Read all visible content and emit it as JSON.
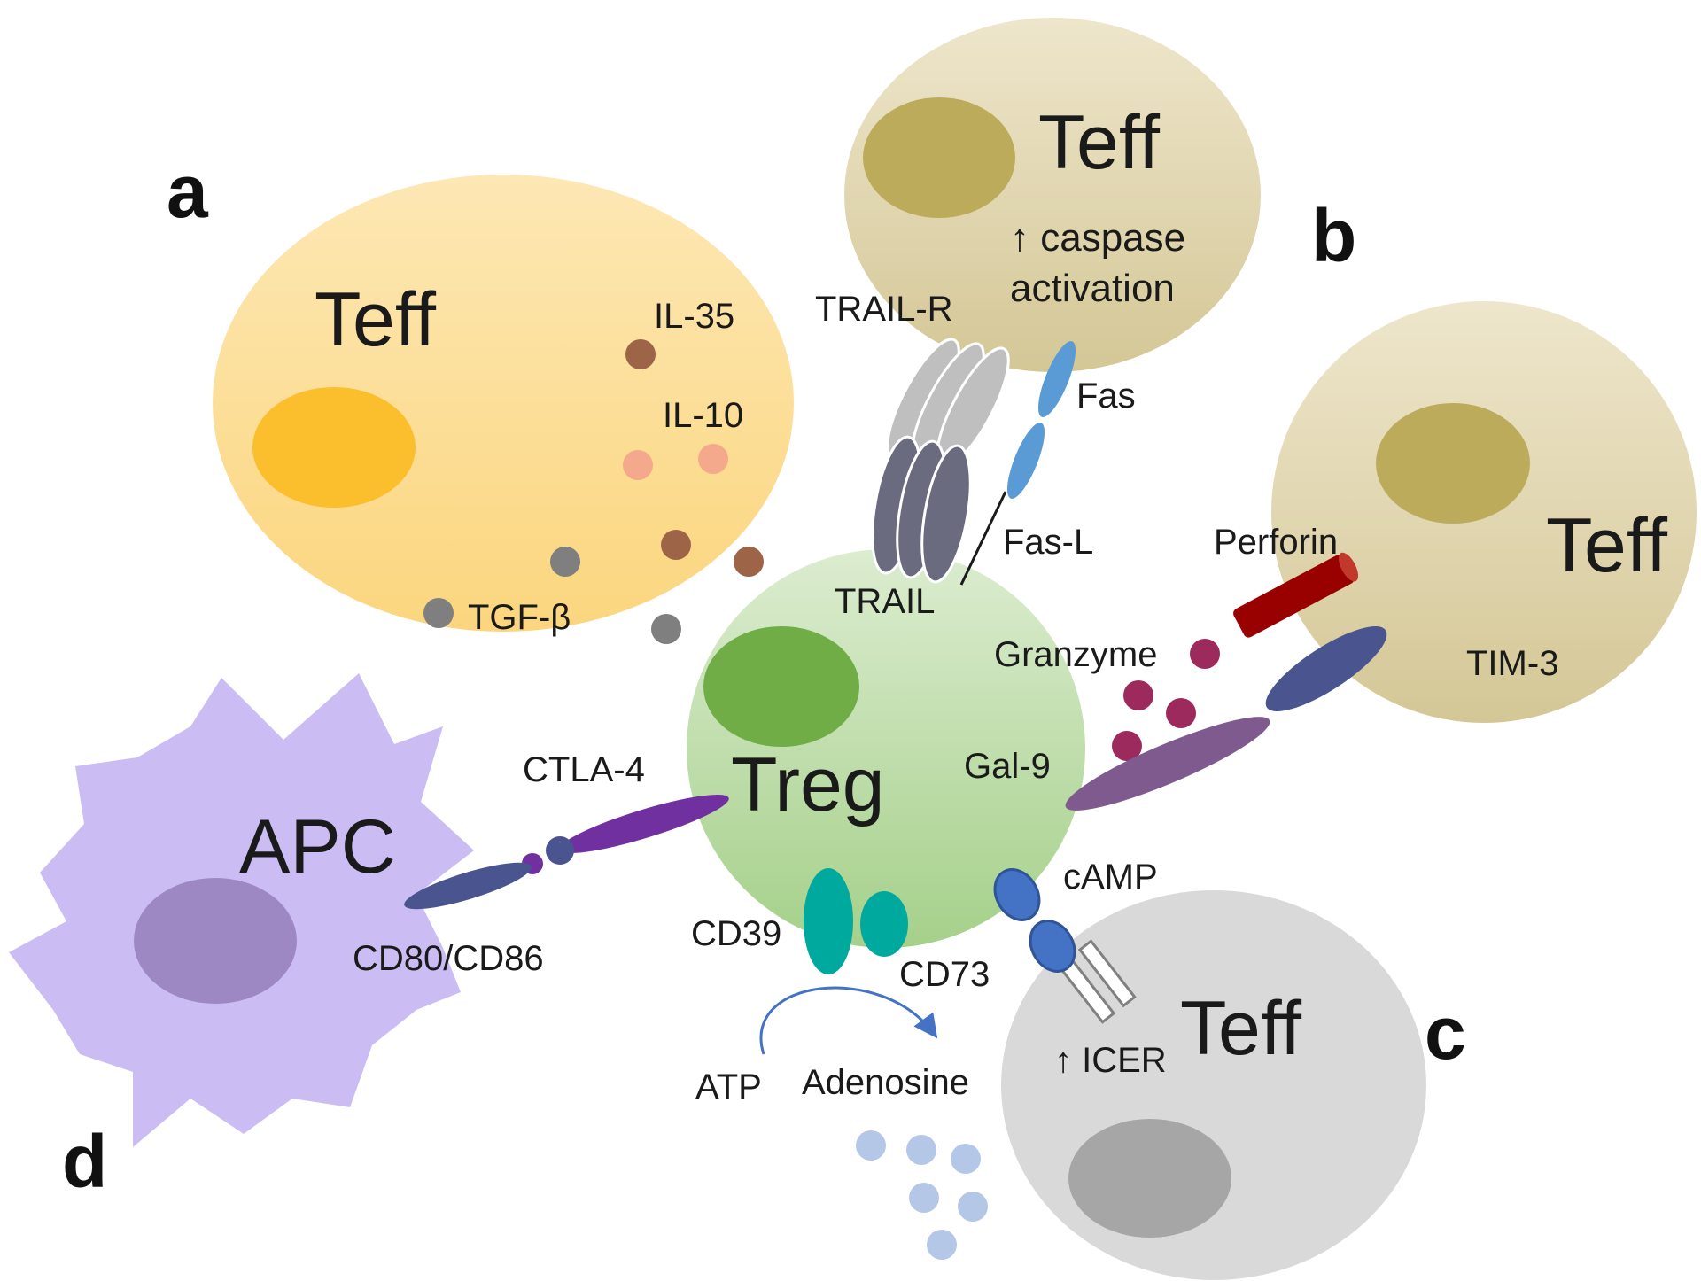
{
  "panels": {
    "a": "a",
    "b": "b",
    "c": "c",
    "d": "d"
  },
  "cells": {
    "teff_a": "Teff",
    "teff_b": "Teff",
    "teff_tim": "Teff",
    "teff_c": "Teff",
    "treg": "Treg",
    "apc": "APC"
  },
  "cytokines": {
    "il35": "IL-35",
    "il10": "IL-10",
    "tgfb": "TGF-β"
  },
  "cytolysis": {
    "caspase_line1": "↑ caspase",
    "caspase_line2": "activation",
    "trail_r": "TRAIL-R",
    "trail": "TRAIL",
    "fas": "Fas",
    "fas_l": "Fas-L",
    "perforin": "Perforin",
    "granzyme": "Granzyme",
    "gal9": "Gal-9",
    "tim3": "TIM-3"
  },
  "metabolic": {
    "camp": "cAMP",
    "icer": "↑ ICER",
    "cd39": "CD39",
    "cd73": "CD73",
    "atp": "ATP",
    "adenosine": "Adenosine"
  },
  "apc_mod": {
    "ctla4": "CTLA-4",
    "cd80_cd86": "CD80/CD86"
  },
  "colors": {
    "teff_a_cell": "#fcd98a",
    "teff_a_nucleus": "#fbbf2e",
    "teff_beige_cell": "#ddd3a6",
    "teff_beige_nucleus": "#bdab5c",
    "teff_gray_cell": "#d9d9d9",
    "teff_gray_nucleus": "#a6a6a6",
    "treg_cell": "#b9dba0",
    "treg_nucleus": "#70ad47",
    "apc_cell": "#cbbdf3",
    "apc_nucleus": "#9d88c4",
    "il35_dot": "#9e6448",
    "il10_dot": "#f4a98c",
    "tgfb_dot": "#7f7f7f",
    "granzyme_dot": "#9c2a5c",
    "perforin": "#990000",
    "adenosine_dot": "#b4c7e7",
    "trail_r": "#bfbfbf",
    "trail": "#6b6b80",
    "fas": "#5b9bd5",
    "gal9": "#7f5a8e",
    "tim3": "#4a5590",
    "ctla4": "#7030a0",
    "cd80": "#4a5590",
    "cd39_cd73": "#00a99d",
    "camp": "#4472c4"
  }
}
